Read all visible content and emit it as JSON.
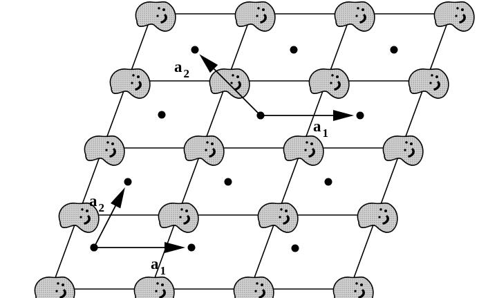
{
  "figure": {
    "labels": [
      {
        "id": "a2-upper",
        "base": "a",
        "sub": "2"
      },
      {
        "id": "a1-upper",
        "base": "a",
        "sub": "1"
      },
      {
        "id": "a2-lower",
        "base": "a",
        "sub": "2"
      },
      {
        "id": "a1-lower",
        "base": "a",
        "sub": "1"
      }
    ],
    "colors": {
      "line": "#000000",
      "motif_fill": "#c8c8c8",
      "background": "#ffffff"
    },
    "motif_icon": "shaded-bean-motif-with-face-marks",
    "lattice_rows": 5,
    "lattice_cols": 4
  }
}
